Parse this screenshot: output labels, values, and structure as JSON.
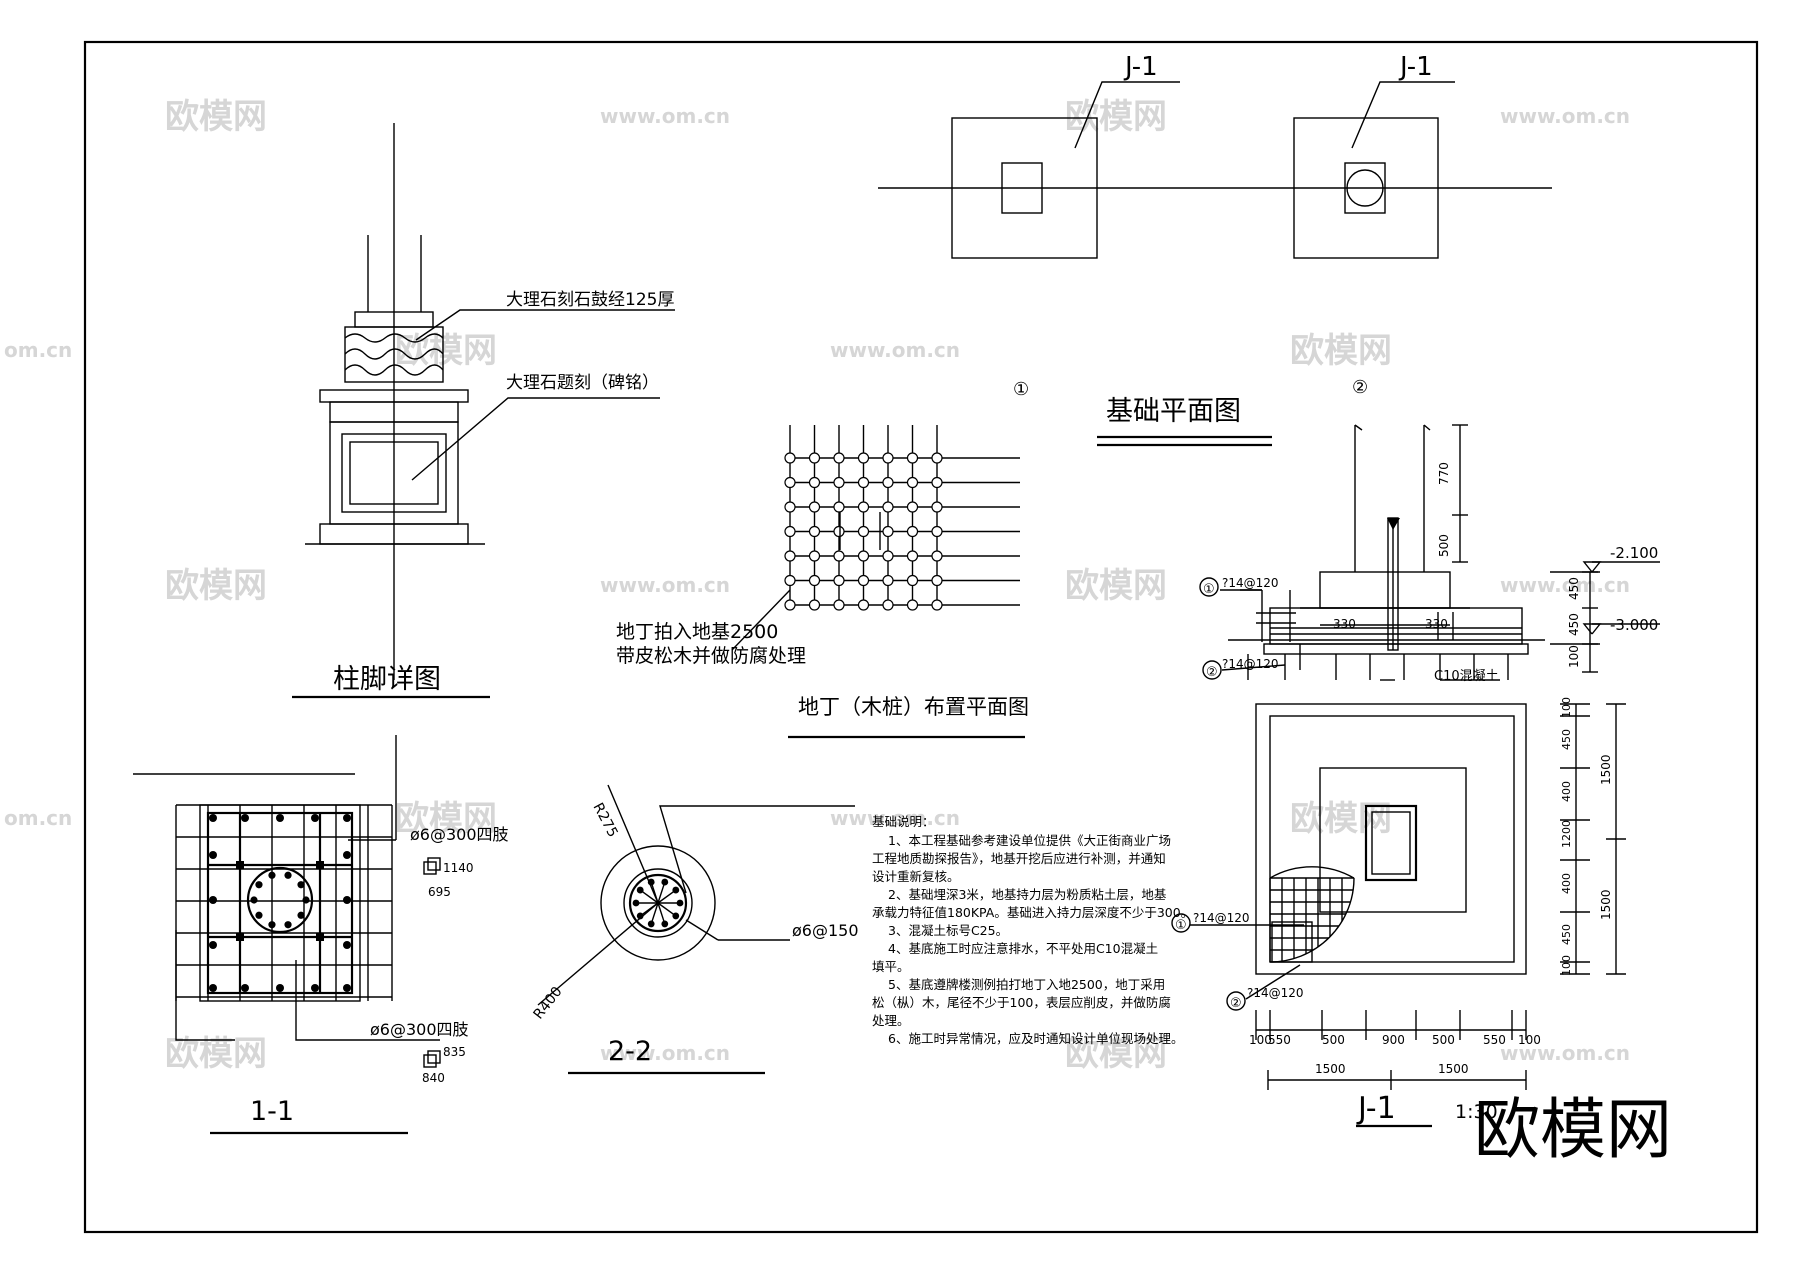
{
  "watermark": {
    "brand": "欧模网",
    "url": "www.om.cn",
    "url_partial": "om.cn"
  },
  "logo": "欧模网",
  "column_foot": {
    "title": "柱脚详图",
    "label_drum": "大理石刻石鼓经125厚",
    "label_plinth": "大理石题刻（碑铭）"
  },
  "plan_J1": {
    "label_a": "J-1",
    "label_b": "J-1"
  },
  "pile_plan": {
    "title": "地丁（木桩）布置平面图",
    "marker": "①",
    "note_line1": "地丁拍入地基2500",
    "note_line2": "带皮松木并做防腐处理"
  },
  "foundation_plan": {
    "title": "基础平面图",
    "marker": "②"
  },
  "section_J1": {
    "title": "J-1",
    "scale": "1:30",
    "elev_top": "-2.100",
    "elev_bottom": "-3.000",
    "dim_770": "770",
    "dim_500": "500",
    "dim_450a": "450",
    "dim_450b": "450",
    "dim_100": "100",
    "dim_330a": "330",
    "dim_330b": "330",
    "c10": "C10混凝土",
    "rebar1_mark": "①",
    "rebar1": "?14@120",
    "rebar2_mark": "②",
    "rebar2": "?14@120"
  },
  "plan_J1_detail": {
    "rebar1_mark": "①",
    "rebar1": "?14@120",
    "rebar2_mark": "②",
    "rebar2": "?14@120",
    "right_dims": [
      "100",
      "450",
      "400",
      "1200",
      "400",
      "450",
      "100"
    ],
    "right_totals": [
      "1500",
      "1500"
    ],
    "bottom_dims": [
      "100",
      "550",
      "500",
      "900",
      "500",
      "550",
      "100"
    ],
    "bottom_totals": [
      "1500",
      "1500"
    ]
  },
  "section_11": {
    "title": "1-1",
    "stirrup1": "ø6@300四肢",
    "stirrup1_d1": "1140",
    "stirrup1_d2": "695",
    "stirrup2": "ø6@300四肢",
    "stirrup2_d1": "835",
    "stirrup2_d2": "840"
  },
  "section_22": {
    "title": "2-2",
    "r_inner": "R275",
    "r_outer": "R400",
    "stirrup": "ø6@150"
  },
  "notes": {
    "heading": "基础说明：",
    "lines": [
      "1、本工程基础参考建设单位提供《大正街商业广场",
      "工程地质勘探报告》，地基开挖后应进行补测，并通知",
      "设计重新复核。",
      "2、基础埋深3米，地基持力层为粉质粘土层，地基",
      "承载力特征值180KPA。基础进入持力层深度不少于300。",
      "3、混凝土标号C25。",
      "4、基底施工时应注意排水，不平处用C10混凝土",
      "填平。",
      "5、基底遵牌楼测例拍打地丁入地2500，地丁采用",
      "松（枞）木，尾径不少于100，表层应削皮，并做防腐",
      "处理。",
      "6、施工时异常情况，应及时通知设计单位现场处理。"
    ]
  }
}
